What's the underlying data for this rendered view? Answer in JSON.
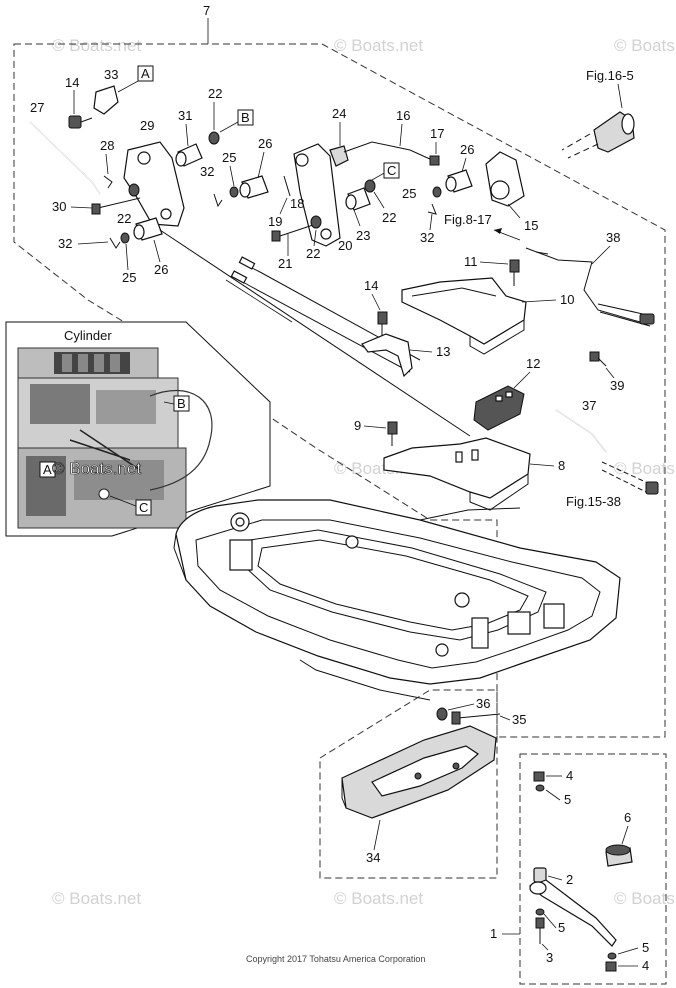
{
  "watermarks": {
    "text": "© Boats.net"
  },
  "copyright": "Copyright 2017 Tohatsu America Corporation",
  "inset": {
    "title": "Cylinder",
    "refs": [
      "A",
      "B",
      "C"
    ]
  },
  "fig_refs": {
    "fig16_5": "Fig.16-5",
    "fig8_17": "Fig.8-17",
    "fig15_38": "Fig.15-38"
  },
  "letter_refs": {
    "a": "A",
    "b": "B",
    "c": "C"
  },
  "callouts": {
    "p7": "7",
    "p33": "33",
    "p14a": "14",
    "p27": "27",
    "p29": "29",
    "p31": "31",
    "p22a": "22",
    "p24": "24",
    "p16": "16",
    "p17": "17",
    "p28": "28",
    "p25a": "25",
    "p26a": "26",
    "p26b": "26",
    "p32a": "32",
    "p18": "18",
    "p19": "19",
    "p30": "30",
    "p22b": "22",
    "p32b": "32",
    "p25b": "25",
    "p26c": "26",
    "p21": "21",
    "p22c": "22",
    "p20": "20",
    "p23": "23",
    "p22d": "22",
    "p25c": "25",
    "p32c": "32",
    "p15": "15",
    "p38": "38",
    "p11": "11",
    "p14b": "14",
    "p10": "10",
    "p13": "13",
    "p12": "12",
    "p39": "39",
    "p37": "37",
    "p9": "9",
    "p8": "8",
    "p36": "36",
    "p35": "35",
    "p4a": "4",
    "p5a": "5",
    "p6": "6",
    "p34": "34",
    "p2": "2",
    "p1": "1",
    "p5b": "5",
    "p3": "3",
    "p5c": "5",
    "p4b": "4"
  }
}
